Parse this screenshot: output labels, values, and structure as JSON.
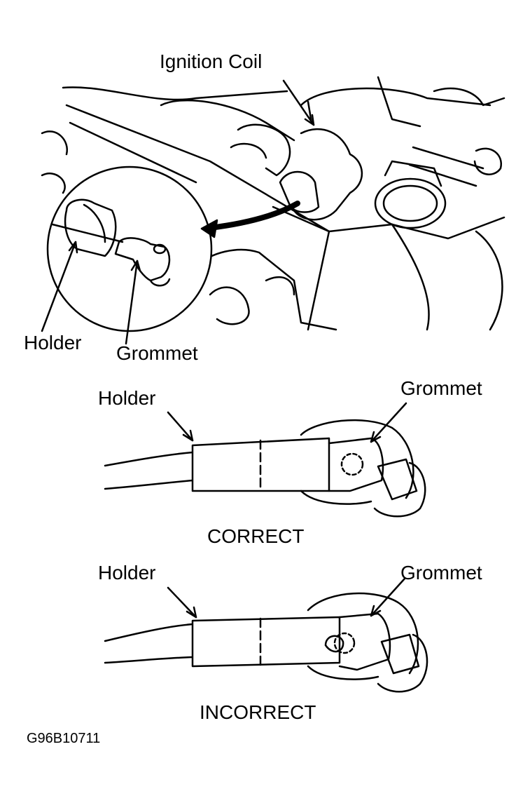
{
  "top_view": {
    "ignition_coil_label": "Ignition Coil",
    "holder_label": "Holder",
    "grommet_label": "Grommet"
  },
  "correct_view": {
    "holder_label": "Holder",
    "grommet_label": "Grommet",
    "caption": "CORRECT"
  },
  "incorrect_view": {
    "holder_label": "Holder",
    "grommet_label": "Grommet",
    "caption": "INCORRECT"
  },
  "figure_code": "G96B10711"
}
